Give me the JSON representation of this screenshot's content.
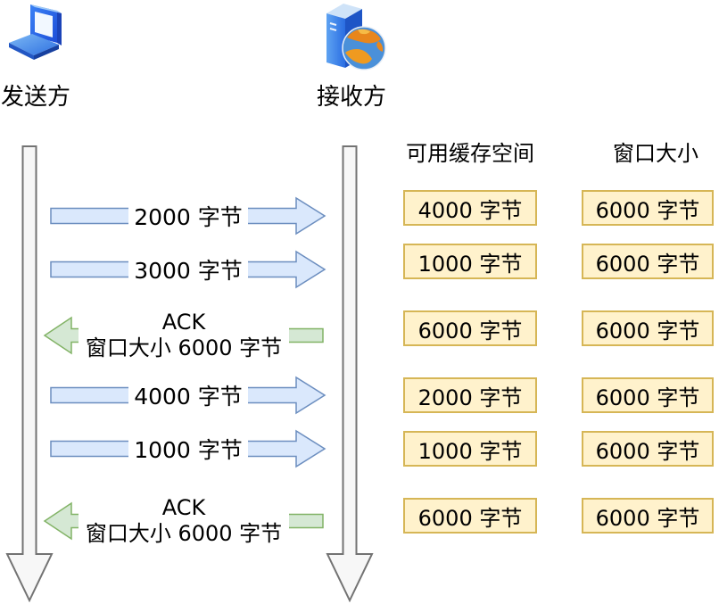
{
  "diagram": {
    "sender": {
      "label": "发送方",
      "icon": "laptop-icon"
    },
    "receiver": {
      "label": "接收方",
      "icon": "server-globe-icon"
    },
    "headers": {
      "buffer": "可用缓存空间",
      "window": "窗口大小"
    },
    "messages": [
      {
        "kind": "data",
        "direction": "right",
        "label": "2000 字节"
      },
      {
        "kind": "data",
        "direction": "right",
        "label": "3000 字节"
      },
      {
        "kind": "ack",
        "direction": "left",
        "line1": "ACK",
        "line2": "窗口大小 6000 字节"
      },
      {
        "kind": "data",
        "direction": "right",
        "label": "4000 字节"
      },
      {
        "kind": "data",
        "direction": "right",
        "label": "1000 字节"
      },
      {
        "kind": "ack",
        "direction": "left",
        "line1": "ACK",
        "line2": "窗口大小 6000 字节"
      }
    ],
    "states": [
      {
        "buffer": "4000 字节",
        "window": "6000 字节"
      },
      {
        "buffer": "1000 字节",
        "window": "6000 字节"
      },
      {
        "buffer": "6000 字节",
        "window": "6000 字节"
      },
      {
        "buffer": "2000 字节",
        "window": "6000 字节"
      },
      {
        "buffer": "1000 字节",
        "window": "6000 字节"
      },
      {
        "buffer": "6000 字节",
        "window": "6000 字节"
      }
    ],
    "colors": {
      "data_fill": "#dae8fc",
      "data_stroke": "#6c8ebf",
      "ack_fill": "#d5e8d4",
      "ack_stroke": "#82b366",
      "box_fill": "#fff2cc",
      "box_stroke": "#d6b656",
      "timeline_fill": "#f7f7f7",
      "timeline_stroke": "#737373"
    }
  }
}
